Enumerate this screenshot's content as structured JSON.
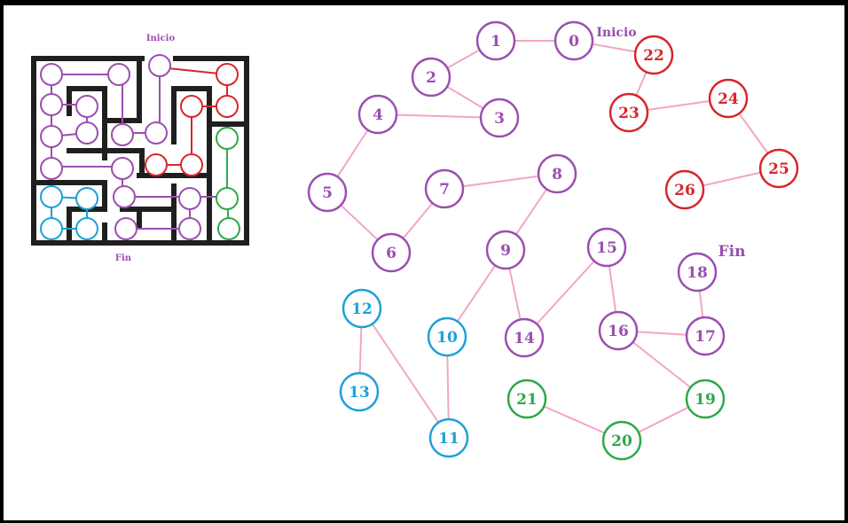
{
  "colors": {
    "purple": "#9b4fb0",
    "red": "#d7262b",
    "blue": "#1ea0d8",
    "green": "#2ea84a",
    "edge": "#f2a6c6",
    "wall": "#1f1f1f"
  },
  "maze": {
    "start_label": "Inicio",
    "end_label": "Fin"
  },
  "graph": {
    "start_label": "Inicio",
    "end_label": "Fin",
    "nodes": [
      {
        "id": "0",
        "color": "purple"
      },
      {
        "id": "1",
        "color": "purple"
      },
      {
        "id": "2",
        "color": "purple"
      },
      {
        "id": "3",
        "color": "purple"
      },
      {
        "id": "4",
        "color": "purple"
      },
      {
        "id": "5",
        "color": "purple"
      },
      {
        "id": "6",
        "color": "purple"
      },
      {
        "id": "7",
        "color": "purple"
      },
      {
        "id": "8",
        "color": "purple"
      },
      {
        "id": "9",
        "color": "purple"
      },
      {
        "id": "10",
        "color": "blue"
      },
      {
        "id": "11",
        "color": "blue"
      },
      {
        "id": "12",
        "color": "blue"
      },
      {
        "id": "13",
        "color": "blue"
      },
      {
        "id": "14",
        "color": "purple"
      },
      {
        "id": "15",
        "color": "purple"
      },
      {
        "id": "16",
        "color": "purple"
      },
      {
        "id": "17",
        "color": "purple"
      },
      {
        "id": "18",
        "color": "purple"
      },
      {
        "id": "19",
        "color": "green"
      },
      {
        "id": "20",
        "color": "green"
      },
      {
        "id": "21",
        "color": "green"
      },
      {
        "id": "22",
        "color": "red"
      },
      {
        "id": "23",
        "color": "red"
      },
      {
        "id": "24",
        "color": "red"
      },
      {
        "id": "25",
        "color": "red"
      },
      {
        "id": "26",
        "color": "red"
      }
    ],
    "edges": [
      [
        "0",
        "1"
      ],
      [
        "1",
        "2"
      ],
      [
        "2",
        "3"
      ],
      [
        "3",
        "4"
      ],
      [
        "4",
        "5"
      ],
      [
        "5",
        "6"
      ],
      [
        "6",
        "7"
      ],
      [
        "7",
        "8"
      ],
      [
        "8",
        "9"
      ],
      [
        "9",
        "10"
      ],
      [
        "10",
        "11"
      ],
      [
        "11",
        "12"
      ],
      [
        "12",
        "13"
      ],
      [
        "9",
        "14"
      ],
      [
        "14",
        "15"
      ],
      [
        "15",
        "16"
      ],
      [
        "16",
        "17"
      ],
      [
        "17",
        "18"
      ],
      [
        "16",
        "19"
      ],
      [
        "19",
        "20"
      ],
      [
        "20",
        "21"
      ],
      [
        "0",
        "22"
      ],
      [
        "22",
        "23"
      ],
      [
        "23",
        "24"
      ],
      [
        "24",
        "25"
      ],
      [
        "25",
        "26"
      ]
    ]
  }
}
